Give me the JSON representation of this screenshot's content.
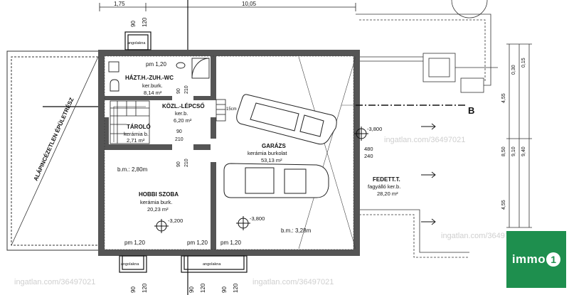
{
  "dimensions": {
    "top_left": "1,75",
    "top_main": "10,05",
    "top_wall_a": "90",
    "top_wall_b": "120",
    "right_a": "0,30",
    "right_b": "0,15",
    "right_c": "4,55",
    "right_d": "8,50",
    "right_e": "9,10",
    "right_f": "9,40",
    "right_g": "4,55",
    "bottom_a": "90",
    "bottom_b": "120",
    "bottom_c": "90",
    "bottom_d": "120",
    "bottom_e": "90",
    "bottom_f": "120",
    "door_90": "90",
    "door_210": "210",
    "garage_door_480": "480",
    "garage_door_240": "240",
    "wall_15": "15cm"
  },
  "rooms": {
    "bath": {
      "name": "HÁZT.H.-ZUH.-WC",
      "finish": "ker.burk.",
      "area": "8,14 m²"
    },
    "stair": {
      "name": "KÖZL.-LÉPCSŐ",
      "finish": "ker.b.",
      "area": "6,20 m²"
    },
    "storage": {
      "name": "TÁROLÓ",
      "finish": "kerámia b.",
      "area": "2,71 m²"
    },
    "hobby": {
      "name": "HOBBI SZOBA",
      "finish": "kerámia burk.",
      "area": "20,23 m²",
      "height": "b.m.: 2,80m"
    },
    "garage": {
      "name": "GARÁZS",
      "finish": "kerámia burkolat",
      "area": "53,13 m²",
      "height": "b.m.: 3,28m"
    },
    "covered": {
      "name": "FEDETT.T.",
      "finish": "fagyálló ker.b.",
      "area": "28,20 m²"
    }
  },
  "levels": {
    "garage_top": "-3,800",
    "hobby": "-3,200",
    "garage_bottom": "-3,800"
  },
  "light_wells": {
    "top_label": "angolakna",
    "top_sill": "pm 1,20",
    "bottom_left_label": "angolakna",
    "bottom_right_label": "angolakna",
    "bottom_sill_left": "pm 1,20",
    "bottom_sill_mid": "pm 1,20",
    "bottom_sill_right": "pm 1,20"
  },
  "section_marker": "B",
  "outline_label": "ALÁPINCÉZETLEN ÉPÜLETRÉSZ",
  "watermark_text": "ingatlan.com/36497021",
  "logo": {
    "text": "immo",
    "mark": "1",
    "color": "#1e8f4e"
  }
}
